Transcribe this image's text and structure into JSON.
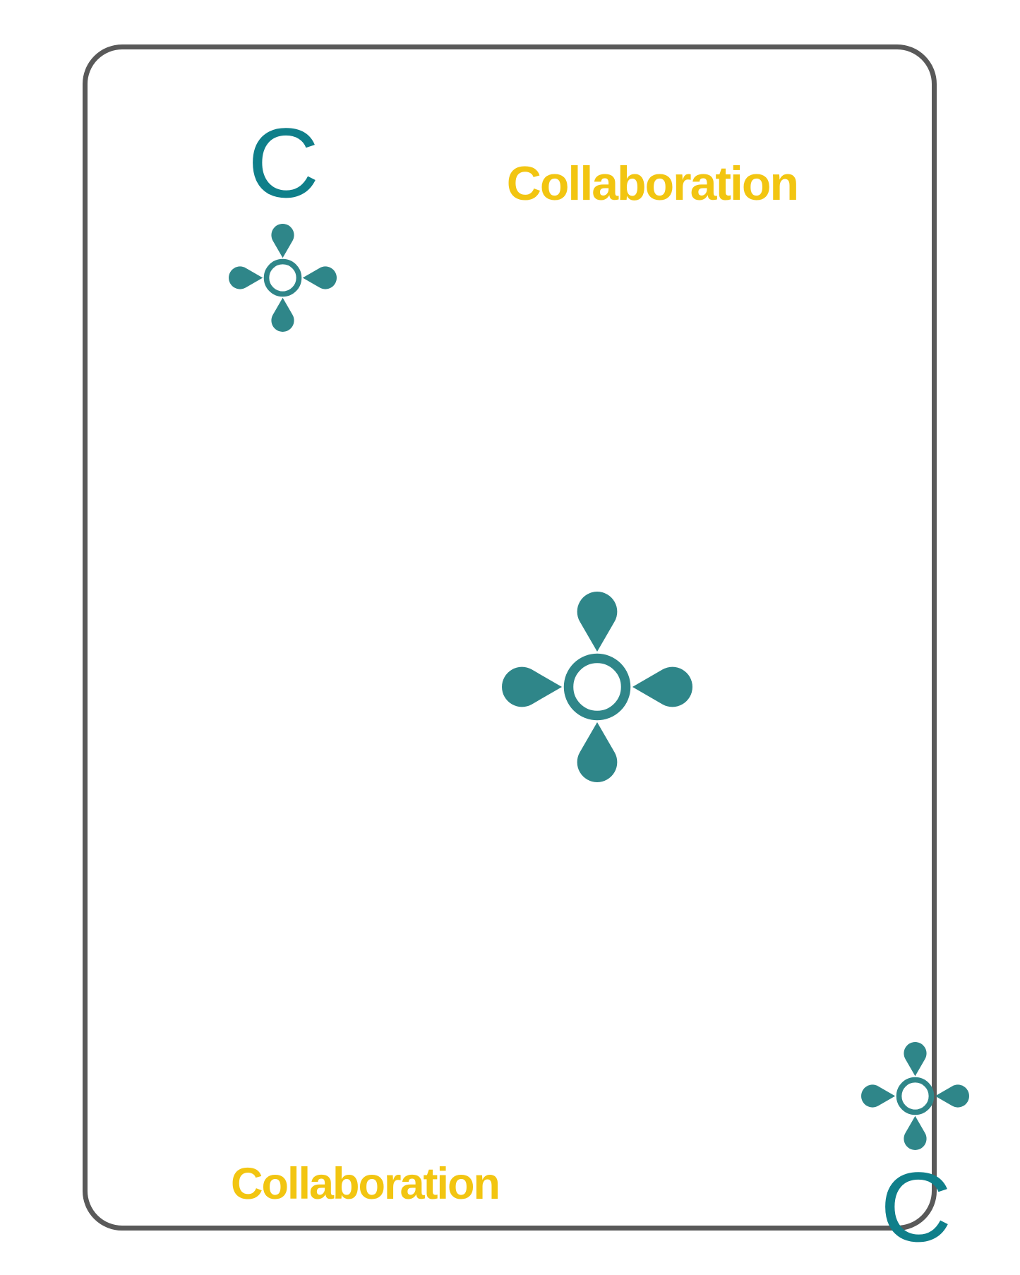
{
  "card": {
    "suit_name": "Collaboration",
    "rank_letter": "C",
    "corners": {
      "top_left": {
        "letter": "C",
        "icon": "four-petal-flower-icon"
      },
      "bottom_right": {
        "letter": "C",
        "icon": "four-petal-flower-icon"
      }
    },
    "labels": {
      "top_right": "Collaboration",
      "bottom_left": "Collaboration"
    },
    "center_icon": "four-petal-flower-icon",
    "colors": {
      "rank_teal": "#0F7F8A",
      "flower_teal": "#2F8689",
      "label_gold": "#F2C511",
      "border_gray": "#595959",
      "background": "#FFFFFF"
    }
  }
}
